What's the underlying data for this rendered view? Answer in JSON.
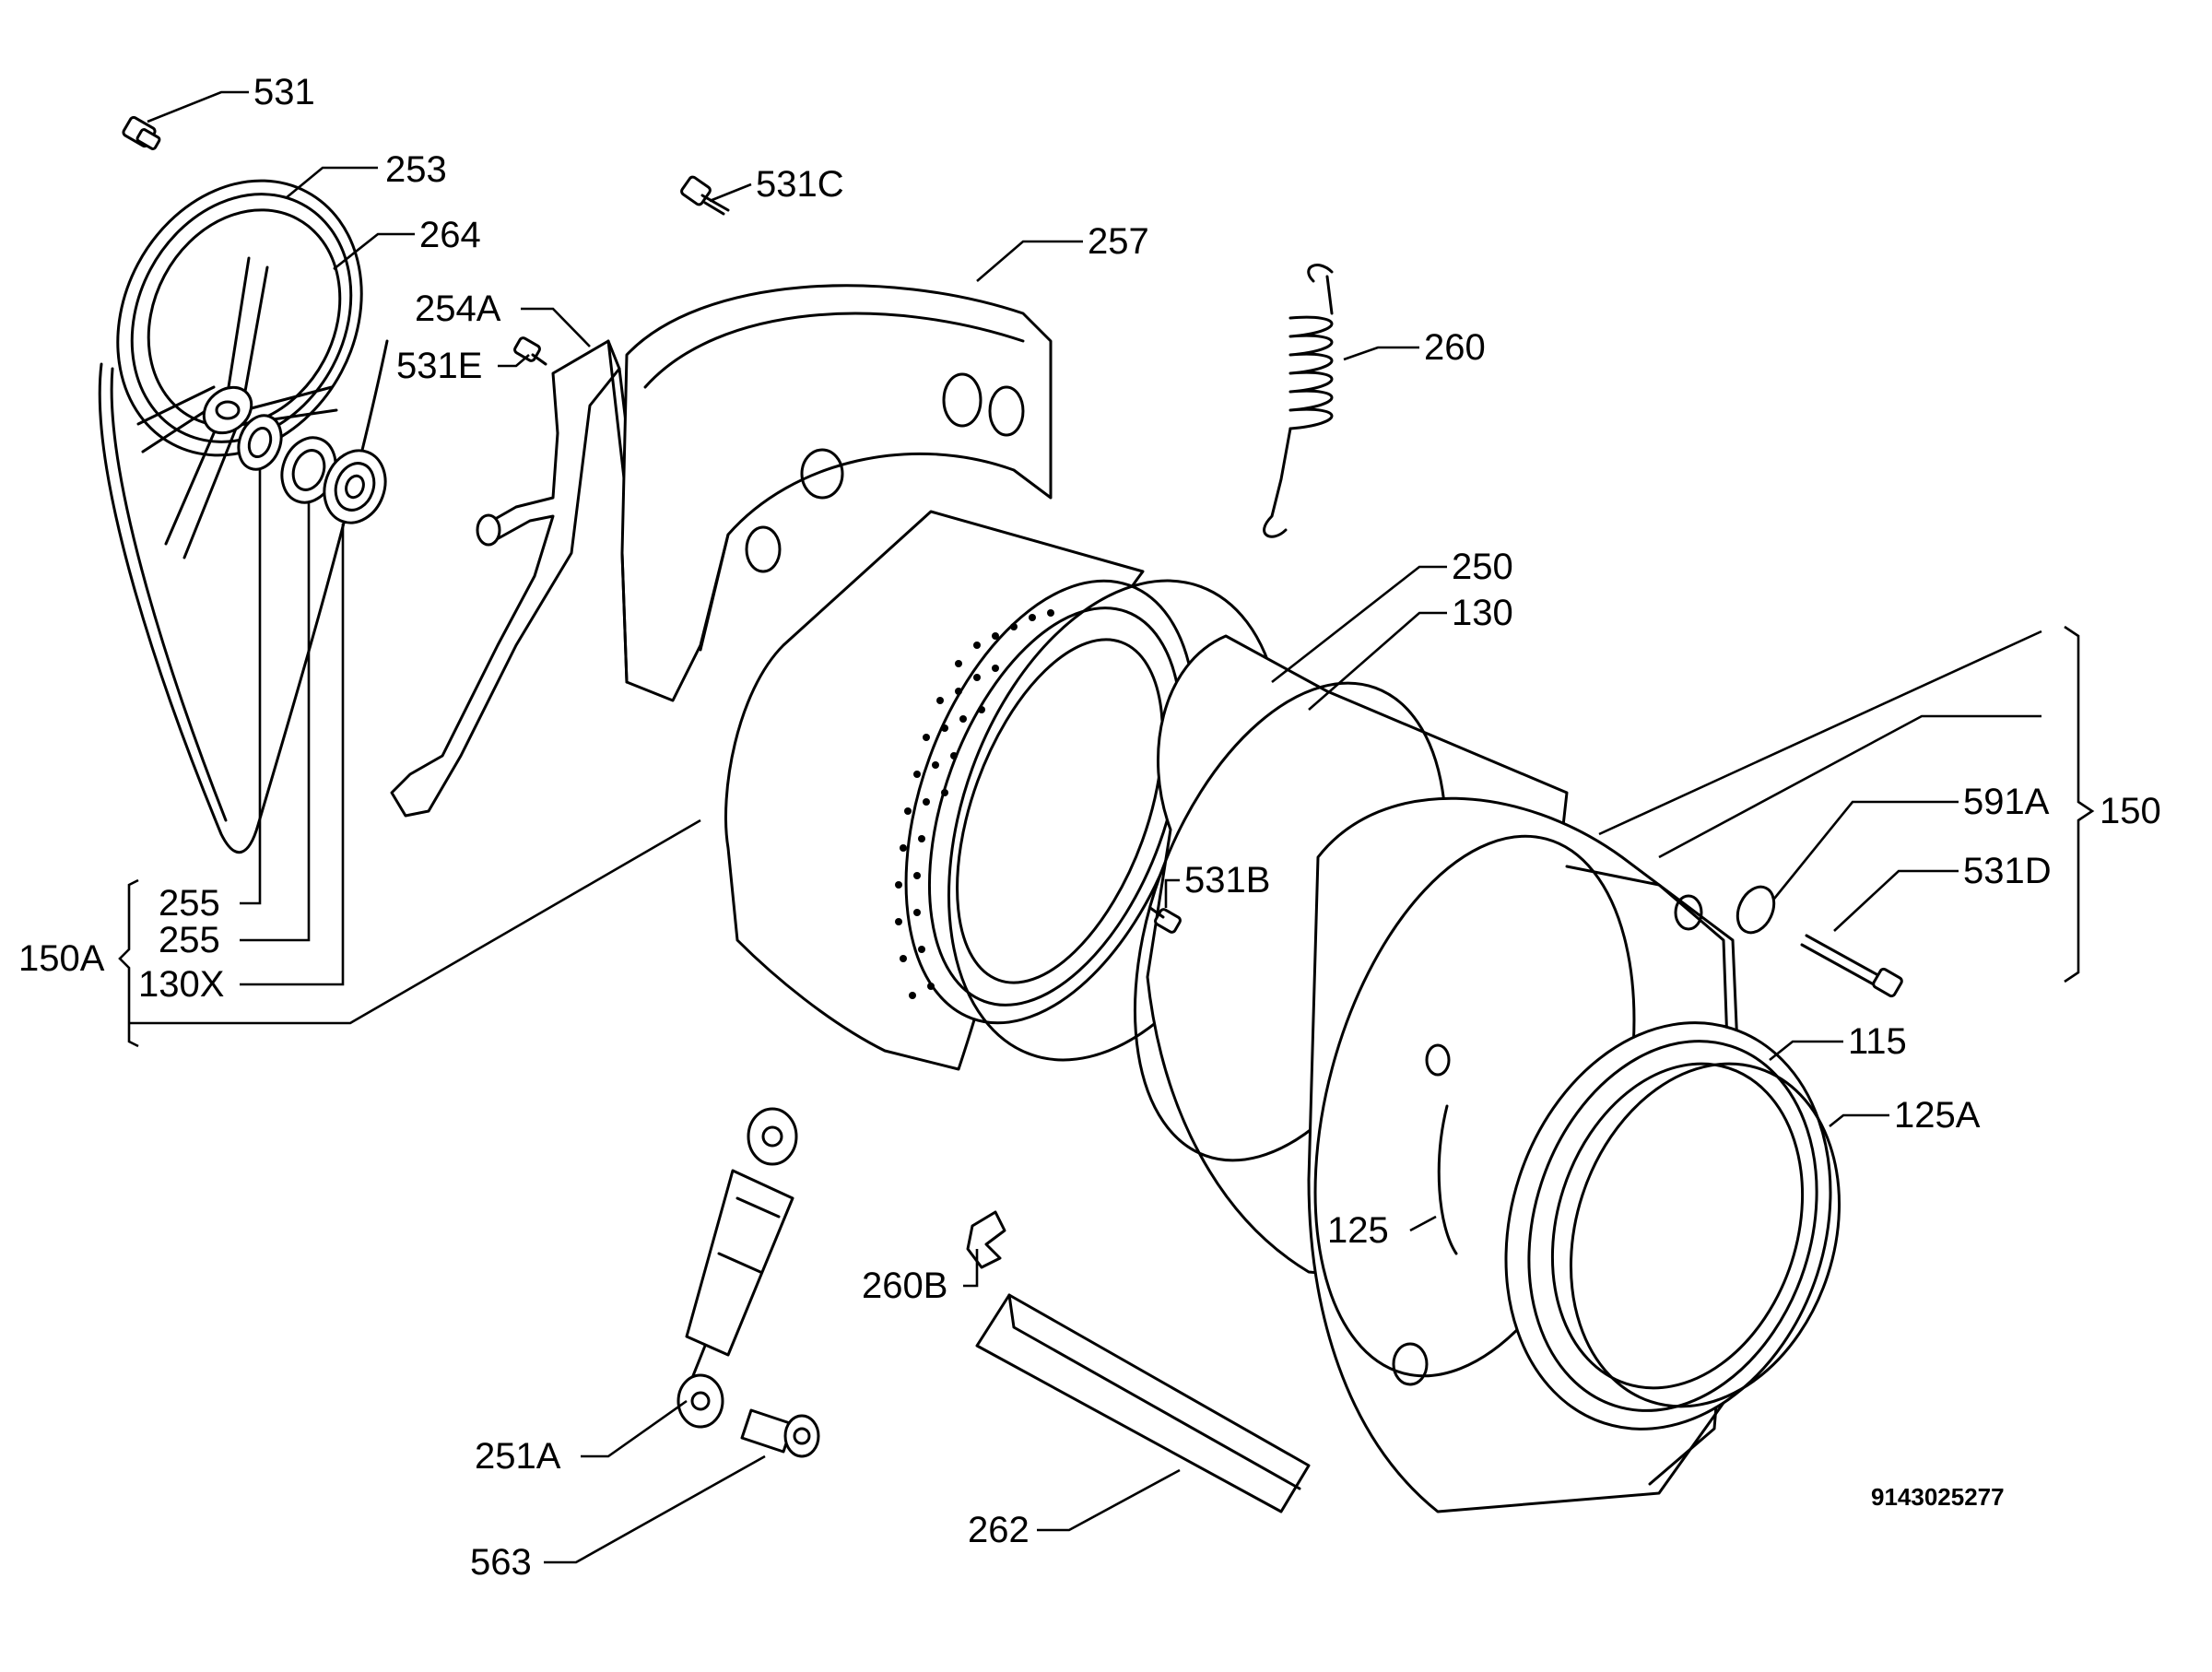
{
  "labels": {
    "l531": "531",
    "l253": "253",
    "l264": "264",
    "l531C": "531C",
    "l257": "257",
    "l254A": "254A",
    "l531E": "531E",
    "l260": "260",
    "l250": "250",
    "l130": "130",
    "l591A": "591A",
    "l150": "150",
    "l531D": "531D",
    "l531B": "531B",
    "l255a": "255",
    "l255b": "255",
    "l150A": "150A",
    "l130X": "130X",
    "l115": "115",
    "l125A": "125A",
    "l125": "125",
    "l260B": "260B",
    "l251A": "251A",
    "l563": "563",
    "l262": "262"
  },
  "drawing_code": "9143025277"
}
